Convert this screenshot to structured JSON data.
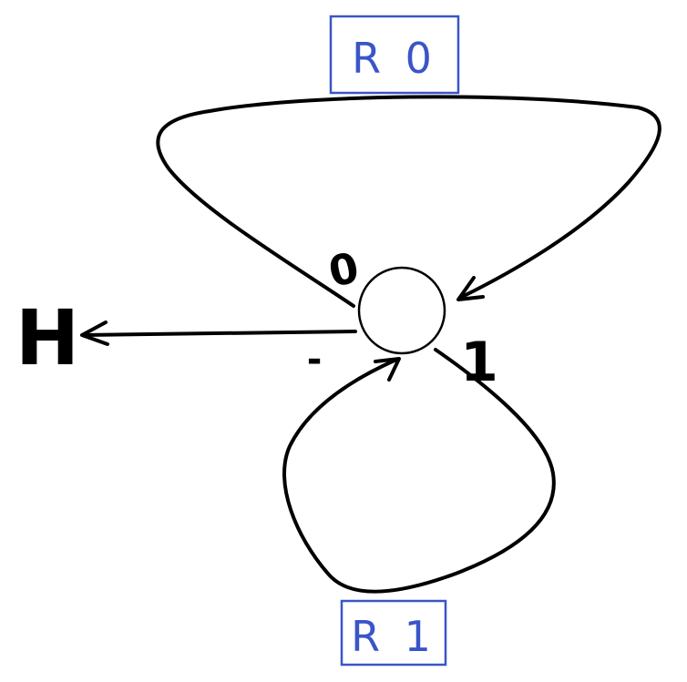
{
  "diagram": {
    "register_top": {
      "label": "R 0"
    },
    "register_bottom": {
      "label": "R 1"
    },
    "output_label": "H",
    "port_zero_label": "0",
    "port_one_label": "1",
    "dash_label": "-",
    "colors": {
      "ink": "#000000",
      "box_blue": "#3a55c8",
      "text_blue": "#3a55c8",
      "background": "#ffffff"
    }
  }
}
